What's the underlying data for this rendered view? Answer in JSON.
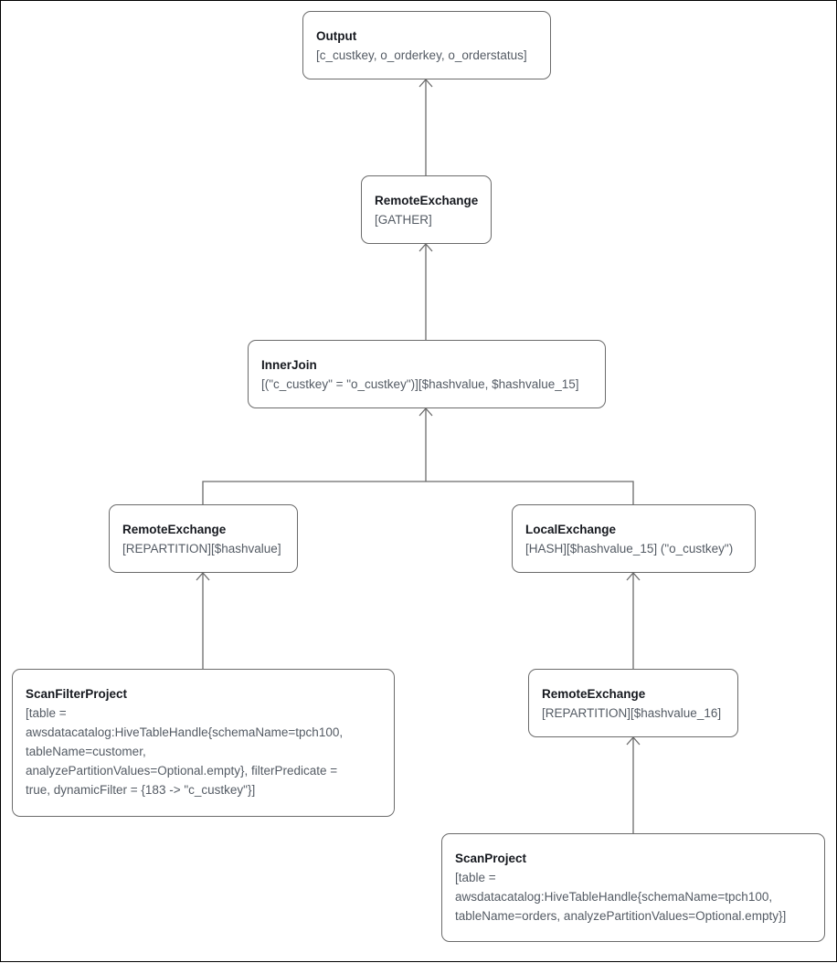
{
  "nodes": [
    {
      "id": "output",
      "title": "Output",
      "desc": "[c_custkey, o_orderkey, o_orderstatus]"
    },
    {
      "id": "remote_gather",
      "title": "RemoteExchange",
      "desc": "[GATHER]"
    },
    {
      "id": "inner_join",
      "title": "InnerJoin",
      "desc": "[(\"c_custkey\" = \"o_custkey\")][$hashvalue, $hashvalue_15]"
    },
    {
      "id": "remote_repartition",
      "title": "RemoteExchange",
      "desc": "[REPARTITION][$hashvalue]"
    },
    {
      "id": "local_exchange",
      "title": "LocalExchange",
      "desc": "[HASH][$hashvalue_15] (\"o_custkey\")"
    },
    {
      "id": "scan_filter_project",
      "title": "ScanFilterProject",
      "desc": "[table =\nawsdatacatalog:HiveTableHandle{schemaName=tpch100,\ntableName=customer,\nanalyzePartitionValues=Optional.empty}, filterPredicate =\ntrue, dynamicFilter = {183 -> \"c_custkey\"}]"
    },
    {
      "id": "remote_repartition_16",
      "title": "RemoteExchange",
      "desc": "[REPARTITION][$hashvalue_16]"
    },
    {
      "id": "scan_project",
      "title": "ScanProject",
      "desc": "[table =\nawsdatacatalog:HiveTableHandle{schemaName=tpch100,\ntableName=orders, analyzePartitionValues=Optional.empty}]"
    }
  ],
  "edges": [
    {
      "from": "remote_gather",
      "to": "output"
    },
    {
      "from": "inner_join",
      "to": "remote_gather"
    },
    {
      "from": "remote_repartition",
      "to": "inner_join"
    },
    {
      "from": "local_exchange",
      "to": "inner_join"
    },
    {
      "from": "scan_filter_project",
      "to": "remote_repartition"
    },
    {
      "from": "remote_repartition_16",
      "to": "local_exchange"
    },
    {
      "from": "scan_project",
      "to": "remote_repartition_16"
    }
  ],
  "colors": {
    "border": "#6b6b6b",
    "edge": "#6b6b6b",
    "title": "#16191f",
    "text": "#545b64"
  }
}
